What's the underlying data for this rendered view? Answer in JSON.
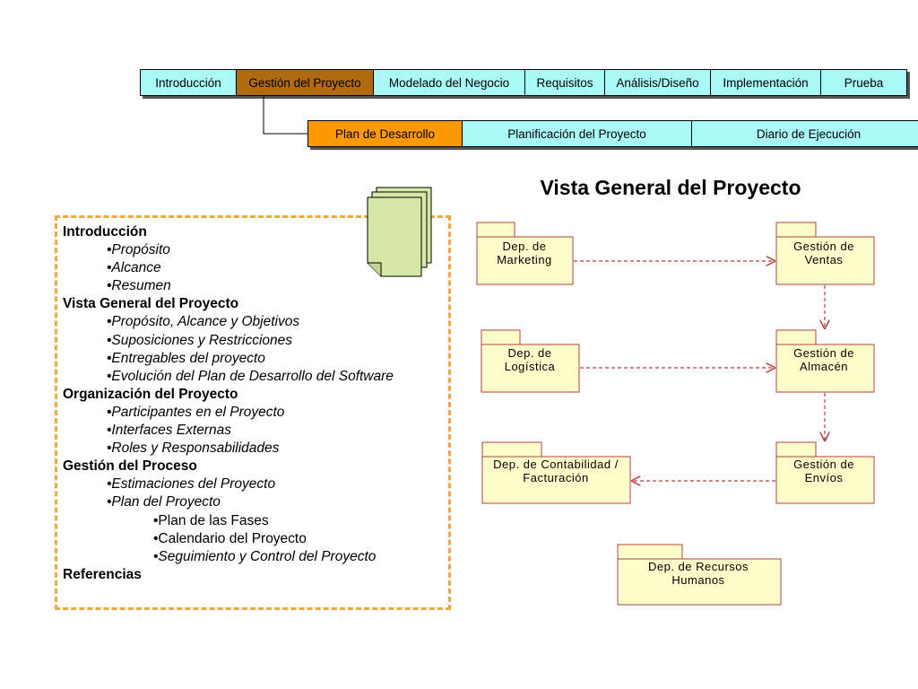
{
  "nav_primary": [
    {
      "label": "Introducción",
      "bg": "#aaf9f9",
      "color": "#000000"
    },
    {
      "label": "Gestión del Proyecto",
      "bg": "#b06a10",
      "color": "#000000"
    },
    {
      "label": "Modelado del Negocio",
      "bg": "#aaf9f9",
      "color": "#000000"
    },
    {
      "label": "Requisitos",
      "bg": "#aaf9f9",
      "color": "#000000"
    },
    {
      "label": "Análisis/Diseño",
      "bg": "#aaf9f9",
      "color": "#000000"
    },
    {
      "label": "Implementación",
      "bg": "#aaf9f9",
      "color": "#000000"
    },
    {
      "label": "Prueba",
      "bg": "#aaf9f9",
      "color": "#000000"
    }
  ],
  "nav_secondary": [
    {
      "label": "Plan de Desarrollo",
      "bg": "#ff9900",
      "color": "#000000"
    },
    {
      "label": "Planificación del Proyecto",
      "bg": "#aaf9f9",
      "color": "#000000"
    },
    {
      "label": "Diario de Ejecución",
      "bg": "#aaf9f9",
      "color": "#000000"
    }
  ],
  "title": "Vista General del Proyecto",
  "outline": [
    {
      "text": "Introducción",
      "level": 0
    },
    {
      "text": "•Propósito",
      "level": 1
    },
    {
      "text": "•Alcance",
      "level": 1
    },
    {
      "text": "•Resumen",
      "level": 1
    },
    {
      "text": "Vista General del Proyecto",
      "level": 0
    },
    {
      "text": "•Propósito, Alcance y Objetivos",
      "level": 1
    },
    {
      "text": "•Suposiciones y Restricciones",
      "level": 1
    },
    {
      "text": "•Entregables del proyecto",
      "level": 1
    },
    {
      "text": "•Evolución del Plan de Desarrollo del Software",
      "level": 1
    },
    {
      "text": "Organización del Proyecto",
      "level": 0
    },
    {
      "text": "•Participantes en el Proyecto",
      "level": 1
    },
    {
      "text": "•Interfaces Externas",
      "level": 1
    },
    {
      "text": "•Roles y Responsabilidades",
      "level": 1
    },
    {
      "text": "Gestión del Proceso",
      "level": 0
    },
    {
      "text": "•Estimaciones del Proyecto",
      "level": 1
    },
    {
      "text": "•Plan del Proyecto",
      "level": 1
    },
    {
      "text": "•Plan de las Fases",
      "level": 2,
      "italic": false
    },
    {
      "text": "•Calendario del Proyecto",
      "level": 2,
      "italic": false
    },
    {
      "text": "•Seguimiento y Control del Proyecto",
      "level": 2,
      "italic": true
    },
    {
      "text": "Referencias",
      "level": 0
    }
  ],
  "packages": {
    "marketing": [
      "Dep. de",
      "Marketing"
    ],
    "ventas": [
      "Gestión de",
      "Ventas"
    ],
    "logistica": [
      "Dep. de",
      "Logística"
    ],
    "almacen": [
      "Gestión de",
      "Almacén"
    ],
    "contabilidad": [
      "Dep. de Contabilidad /",
      "Facturación"
    ],
    "envios": [
      "Gestión de",
      "Envíos"
    ],
    "rrhh": [
      "Dep. de Recursos",
      "Humanos"
    ]
  },
  "colors": {
    "package_fill": "#ffffcc",
    "package_stroke": "#b24040",
    "arrow": "#b24040",
    "outline_border": "#f4a640",
    "doc_fill": "#d5e8a6"
  }
}
